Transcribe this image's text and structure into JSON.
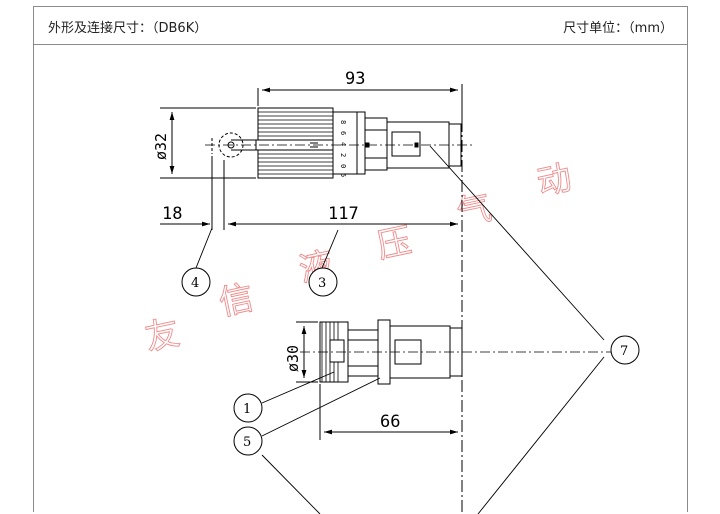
{
  "header": {
    "title": "外形及连接尺寸：（DB6K）",
    "units": "尺寸单位：（mm）"
  },
  "dimensions": {
    "length_top": "93",
    "diameter_top": "ø32",
    "offset_left": "18",
    "length_bottom": "117",
    "diameter_lower": "ø30",
    "length_lower": "66"
  },
  "scale_marks": [
    "8",
    "6",
    "4",
    "2",
    "0",
    "5"
  ],
  "callouts": {
    "c1": "1",
    "c3": "3",
    "c4": "4",
    "c5": "5",
    "c7": "7"
  },
  "watermark": {
    "c1": "友",
    "c2": "信",
    "c3": "液",
    "c4": "压",
    "c5": "气",
    "c6": "动"
  }
}
